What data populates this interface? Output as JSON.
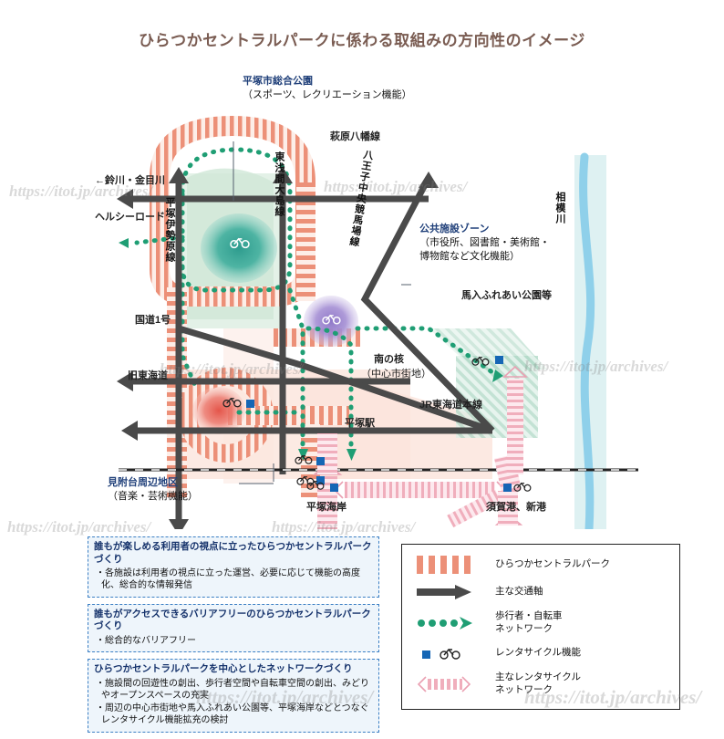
{
  "title": "ひらつかセントラルパークに係わる取組みの方向性のイメージ",
  "map": {
    "callouts": [
      {
        "id": "sogo-park",
        "head": "平塚市総合公園",
        "body": "（スポーツ、レクリエーション機能）"
      },
      {
        "id": "public-facility-zone",
        "head": "公共施設ゾーン",
        "body1": "（市役所、図書館・美術館・",
        "body2": "博物館など文化機能）"
      },
      {
        "id": "mitsukedai",
        "head": "見附台周辺地区",
        "body": "（音楽・芸術機能）"
      }
    ],
    "labels": {
      "hagiwara_hachiman": "萩原八幡線",
      "suzukawa_kanamegawa": "←鈴川・金目川",
      "healthy_road": "ヘルシーロード",
      "hiratsuka_isehara": "平塚伊勢原線",
      "higashi_asama_oshima": "東浅間大島線",
      "hachioji_chuo_keibajo": "八王子中央競馬場線",
      "kokudo_1": "国道1号",
      "kyu_tokaido": "旧東海道",
      "sagami_river": "相模川",
      "bany_fureai": "馬入ふれあい公園等",
      "minami_core_head": "南の核",
      "minami_core_sub": "（中心市街地）",
      "jr_tokaido": "JR東海道本線",
      "hiratsuka_station": "平塚駅",
      "hiratsuka_kaigan": "平塚海岸",
      "sukaminato": "須賀港、新港"
    }
  },
  "policy_boxes": [
    {
      "heading": "誰もが楽しめる利用者の視点に立ったひらつかセントラルパークづくり",
      "bullets": [
        "・各施設は利用者の視点に立った運営、必要に応じて機能の高度化、総合的な情報発信"
      ]
    },
    {
      "heading": "誰もがアクセスできるバリアフリーのひらつかセントラルパークづくり",
      "bullets": [
        "・総合的なバリアフリー"
      ]
    },
    {
      "heading": "ひらつかセントラルパークを中心としたネットワークづくり",
      "bullets": [
        "・施設間の回遊性の創出、歩行者空間や自転車空間の創出、みどりやオープンスペースの充実",
        "・周辺の中心市街地や馬入ふれあい公園等、平塚海岸などとつなぐレンタサイクル機能拡充の検討"
      ]
    }
  ],
  "legend": [
    {
      "icon": "hatched-band-icon",
      "label": "ひらつかセントラルパーク"
    },
    {
      "icon": "thick-arrow-icon",
      "label": "主な交通軸"
    },
    {
      "icon": "green-dotted-arrow-icon",
      "label": "歩行者・自転車\nネットワーク"
    },
    {
      "icon": "bicycle-square-icon",
      "label": "レンタサイクル機能"
    },
    {
      "icon": "pink-ribbon-arrow-icon",
      "label": "主なレンタサイクル\nネットワーク"
    }
  ],
  "watermarks": [
    "https://itot.jp/archives/",
    "https://itot.jp/archives/",
    "https://itot.jp/archives/",
    "https://itot.jp/archives/",
    "https://itot.jp/archives/",
    "https://itot.jp/archives/"
  ],
  "colors": {
    "title": "#7a5c52",
    "park_hatch": "#e8876a",
    "park_fill": "#fbe5dd",
    "traffic_axis": "#4a4a4a",
    "green_network": "#1f9e74",
    "rental_cycle": "#1566b5",
    "pink_ribbon": "#f0aebc",
    "river": "#8fd0ea",
    "green_zone": "#cfe8dc",
    "callout_head": "#1f3f79",
    "box_border": "#3b7fc4",
    "box_fill": "#eef5fb"
  }
}
